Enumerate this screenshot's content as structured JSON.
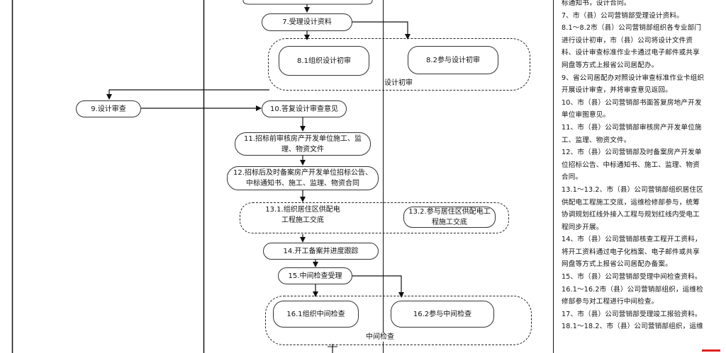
{
  "nodes": {
    "n7": "7.受理设计资料",
    "n8_1": "8.1组织设计初审",
    "n8_2": "8.2参与设计初审",
    "n9": "9.设计审查",
    "n10": "10.答复设计审查意见",
    "n11": "11.招标前审核房产开发单位施工、监理、物资文件",
    "n12": "12.招标后及时备案房产开发单位招标公告、中标通知书、施工、监理、物资合同",
    "n13_1": "13.1.组织居住区供配电工程施工交底",
    "n13_2": "13.2.参与居住区供配电工程施工交底",
    "n14": "14.开工备案并进度跟踪",
    "n15": "15.中间检查受理",
    "n16_1": "16.1组织中间检查",
    "n16_2": "16.2参与中间检查"
  },
  "groups": {
    "g8": "设计初审",
    "g16": "中间检查"
  },
  "notes": [
    "标通知书，设计合同。",
    "7、市（县）公司营销部受理设计资料。",
    "8.1～8.2市（县）公司营销部组织各专业部门",
    "进行设计初审，市（县）公司将设计文件资",
    "料、设计审查标准作业卡通过电子邮件或共享",
    "网盘等方式上报省公司居配办。",
    "9、省公司居配办对照设计审查标准作业卡组织",
    "开展设计审查，并将审查意见返回。",
    "10、市（县）公司营销部书面答复房地产开发",
    "单位审图意见。",
    "11、市（县）公司营销部审核房产开发单位施",
    "工、监理、物资文件。",
    "12、市（县）公司营销部及时备案房产开发单",
    "位招标公告、中标通知书、施工、监理、物资",
    "合同。",
    "13.1～13.2、市（县）公司营销部组织居住区",
    "供配电工程施工交底，运维检修部参与，统筹",
    "协调规划红线外接入工程与规划红线内受电工",
    "程同步开展。",
    "14、市（县）公司营销部核查工程开工资料，",
    "将开工资料通过电子化档案、电子邮件或共享",
    "网盘等方式上报省公司居配办备案。",
    "15、市（县）公司营销部受理中间检查资料。",
    "16.1～16.2市（县）公司营销部组织，运维检",
    "修部参与对工程进行中间检查。",
    "17、市（县）公司营销部受理竣工报验资料。",
    "18.1～18.2、市（县）公司营销部组织，运维"
  ]
}
